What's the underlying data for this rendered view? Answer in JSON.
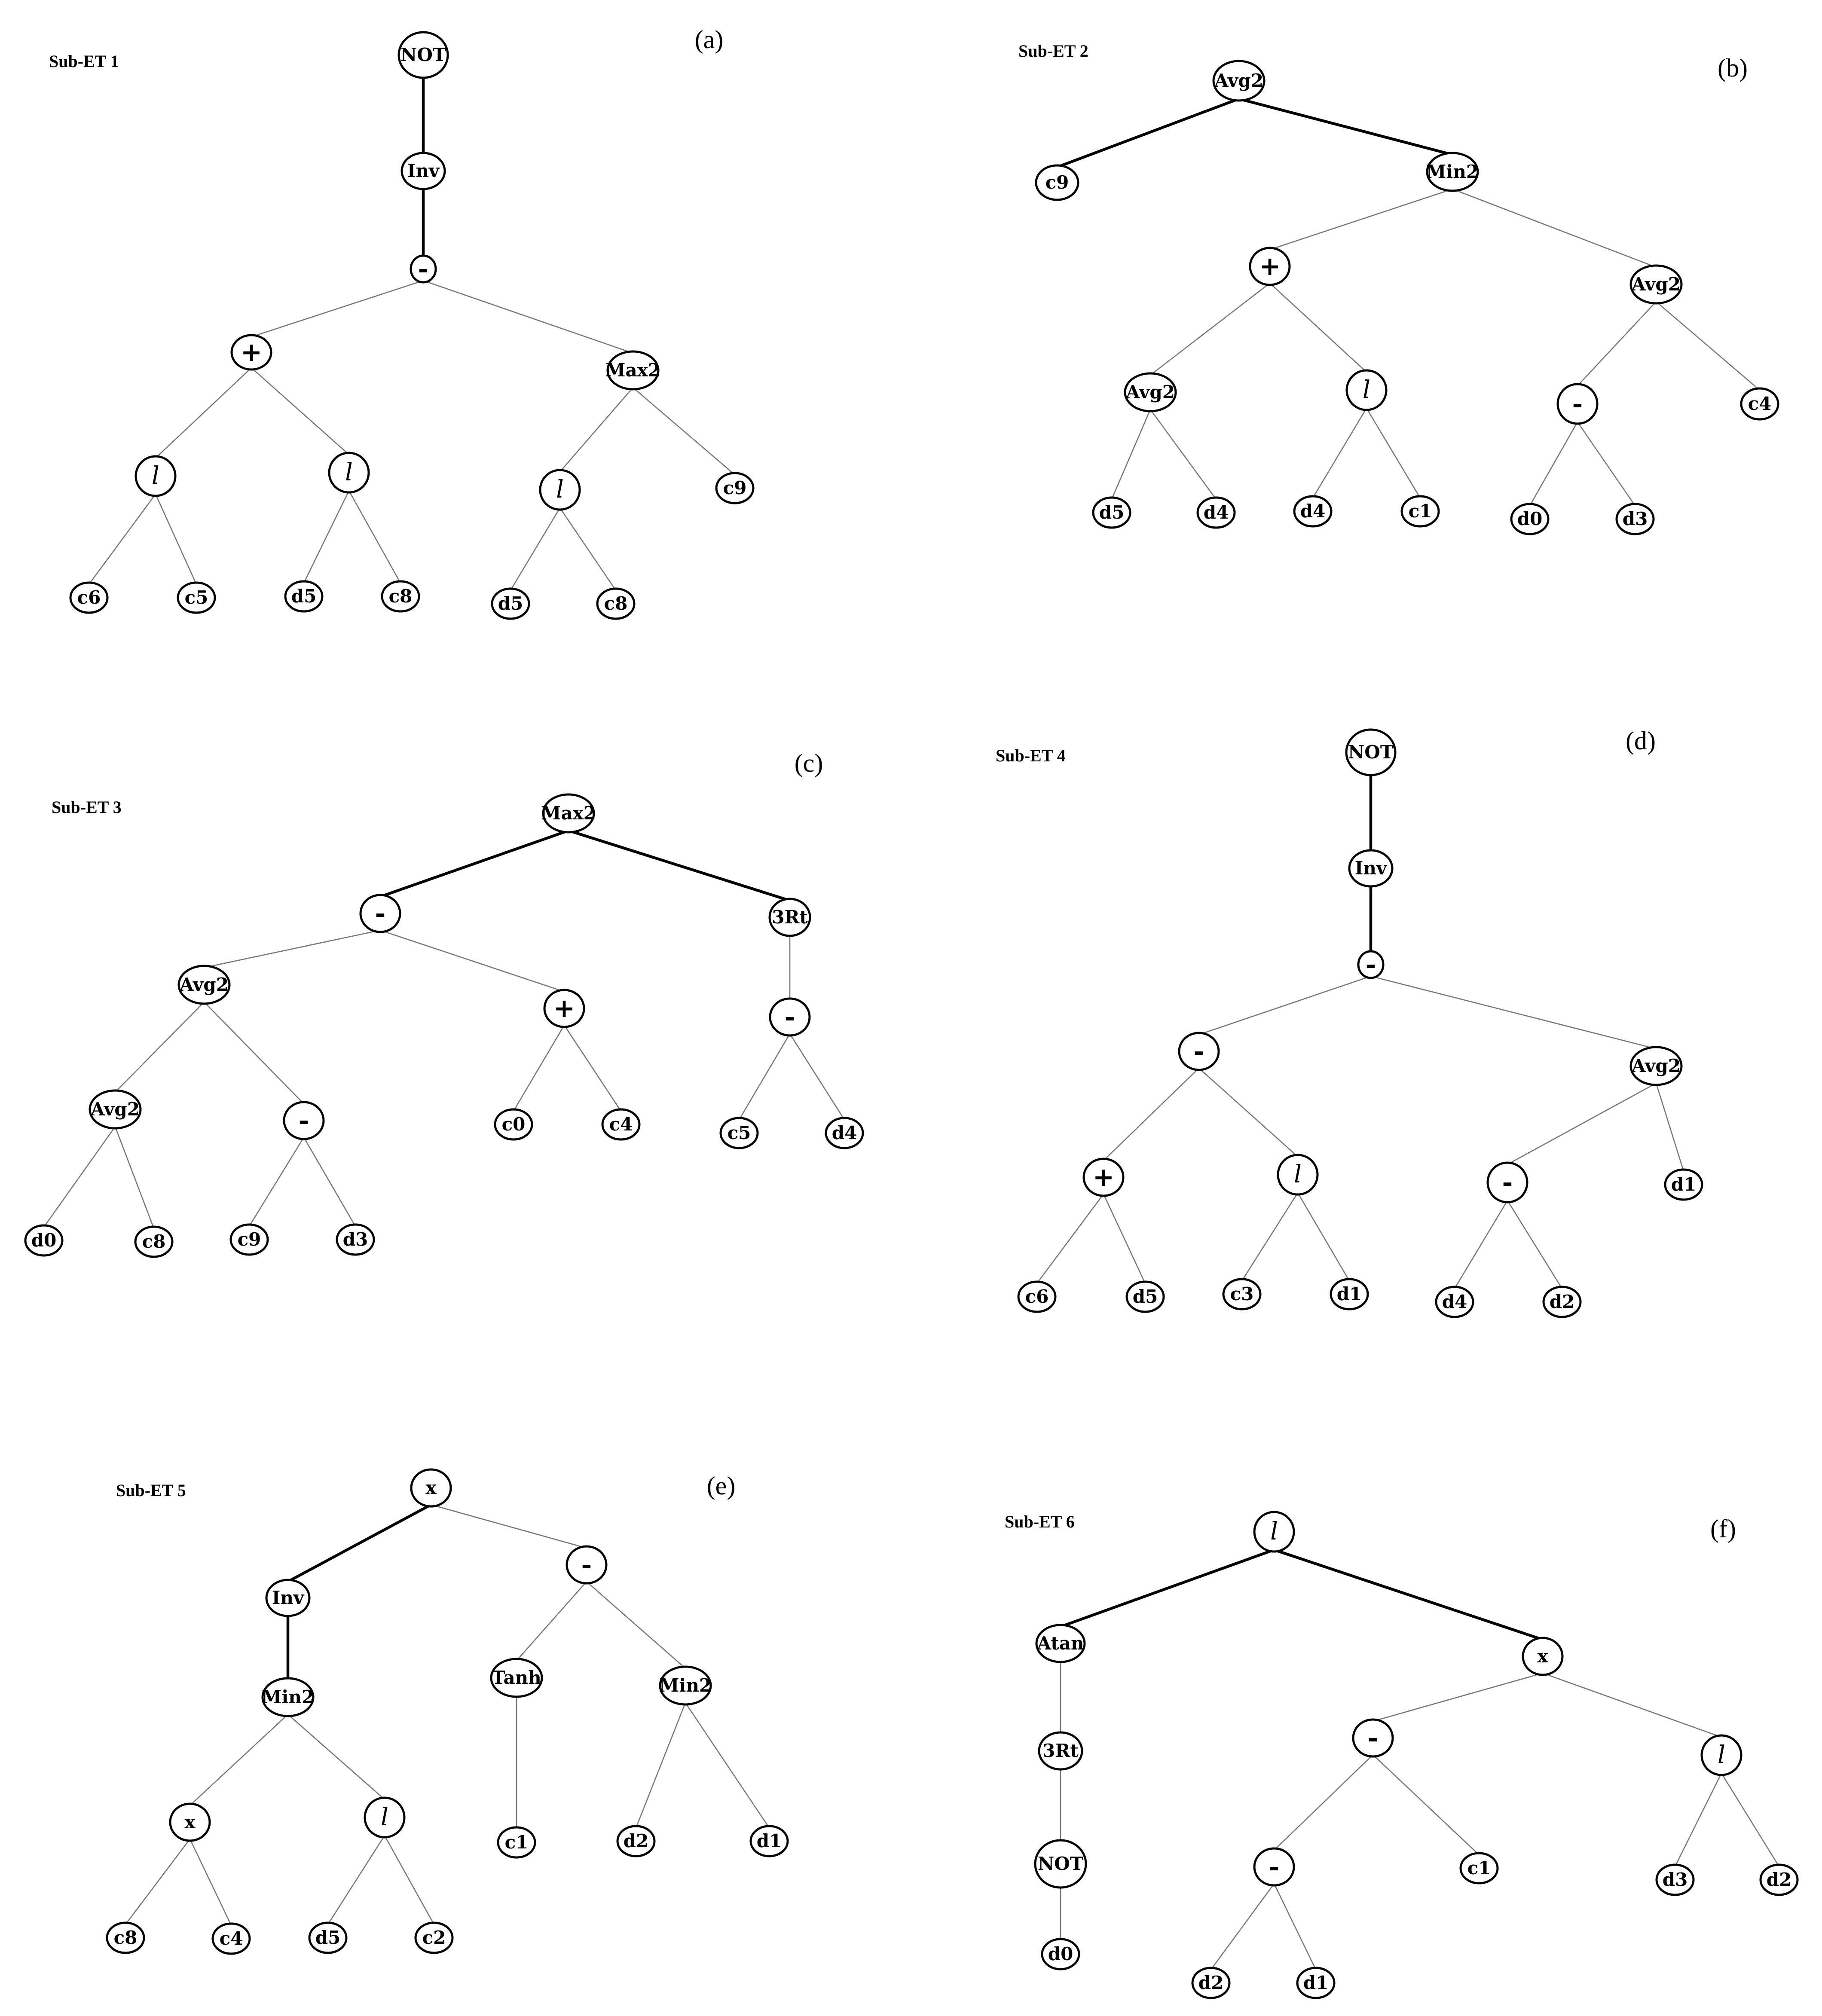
{
  "diagram": {
    "panels": [
      {
        "id": "a",
        "title": "Sub-ET 1",
        "letter": "(a)",
        "nodes": [
          {
            "id": "not",
            "label": "NOT"
          },
          {
            "id": "inv",
            "label": "Inv"
          },
          {
            "id": "minus",
            "label": "-"
          },
          {
            "id": "plus",
            "label": "+"
          },
          {
            "id": "max2",
            "label": "Max2"
          },
          {
            "id": "l1",
            "label": "l",
            "italic": true
          },
          {
            "id": "l2",
            "label": "l",
            "italic": true
          },
          {
            "id": "l3",
            "label": "l",
            "italic": true
          },
          {
            "id": "c9",
            "label": "c9"
          },
          {
            "id": "c6",
            "label": "c6"
          },
          {
            "id": "c5",
            "label": "c5"
          },
          {
            "id": "d5a",
            "label": "d5"
          },
          {
            "id": "c8a",
            "label": "c8"
          },
          {
            "id": "d5b",
            "label": "d5"
          },
          {
            "id": "c8b",
            "label": "c8"
          }
        ],
        "edges": [
          [
            "not",
            "inv",
            true
          ],
          [
            "inv",
            "minus",
            true
          ],
          [
            "minus",
            "plus",
            false
          ],
          [
            "minus",
            "max2",
            false
          ],
          [
            "plus",
            "l1",
            false
          ],
          [
            "plus",
            "l2",
            false
          ],
          [
            "max2",
            "l3",
            false
          ],
          [
            "max2",
            "c9",
            false
          ],
          [
            "l1",
            "c6",
            false
          ],
          [
            "l1",
            "c5",
            false
          ],
          [
            "l2",
            "d5a",
            false
          ],
          [
            "l2",
            "c8a",
            false
          ],
          [
            "l3",
            "d5b",
            false
          ],
          [
            "l3",
            "c8b",
            false
          ]
        ]
      },
      {
        "id": "b",
        "title": "Sub-ET 2",
        "letter": "(b)",
        "nodes": [
          {
            "id": "avg2",
            "label": "Avg2"
          },
          {
            "id": "c9",
            "label": "c9"
          },
          {
            "id": "min2",
            "label": "Min2"
          },
          {
            "id": "plus",
            "label": "+"
          },
          {
            "id": "avg2b",
            "label": "Avg2"
          },
          {
            "id": "avg2c",
            "label": "Avg2"
          },
          {
            "id": "l",
            "label": "l",
            "italic": true
          },
          {
            "id": "minus",
            "label": "-"
          },
          {
            "id": "c4",
            "label": "c4"
          },
          {
            "id": "d5",
            "label": "d5"
          },
          {
            "id": "d4a",
            "label": "d4"
          },
          {
            "id": "d4b",
            "label": "d4"
          },
          {
            "id": "c1",
            "label": "c1"
          },
          {
            "id": "d0",
            "label": "d0"
          },
          {
            "id": "d3",
            "label": "d3"
          }
        ],
        "edges": [
          [
            "avg2",
            "c9",
            true
          ],
          [
            "avg2",
            "min2",
            true
          ],
          [
            "min2",
            "plus",
            false
          ],
          [
            "min2",
            "avg2b",
            false
          ],
          [
            "plus",
            "avg2c",
            false
          ],
          [
            "plus",
            "l",
            false
          ],
          [
            "avg2b",
            "minus",
            false
          ],
          [
            "avg2b",
            "c4",
            false
          ],
          [
            "avg2c",
            "d5",
            false
          ],
          [
            "avg2c",
            "d4a",
            false
          ],
          [
            "l",
            "d4b",
            false
          ],
          [
            "l",
            "c1",
            false
          ],
          [
            "minus",
            "d0",
            false
          ],
          [
            "minus",
            "d3",
            false
          ]
        ]
      },
      {
        "id": "c",
        "title": "Sub-ET 3",
        "letter": "(c)",
        "nodes": [
          {
            "id": "max2",
            "label": "Max2"
          },
          {
            "id": "minus",
            "label": "-"
          },
          {
            "id": "rt3",
            "label": "3Rt"
          },
          {
            "id": "avg2",
            "label": "Avg2"
          },
          {
            "id": "plus",
            "label": "+"
          },
          {
            "id": "minus2",
            "label": "-"
          },
          {
            "id": "avg2b",
            "label": "Avg2"
          },
          {
            "id": "minus3",
            "label": "-"
          },
          {
            "id": "c0",
            "label": "c0"
          },
          {
            "id": "c4",
            "label": "c4"
          },
          {
            "id": "c5",
            "label": "c5"
          },
          {
            "id": "d4",
            "label": "d4"
          },
          {
            "id": "d0",
            "label": "d0"
          },
          {
            "id": "c8",
            "label": "c8"
          },
          {
            "id": "c9",
            "label": "c9"
          },
          {
            "id": "d3",
            "label": "d3"
          }
        ],
        "edges": [
          [
            "max2",
            "minus",
            true
          ],
          [
            "max2",
            "rt3",
            true
          ],
          [
            "minus",
            "avg2",
            false
          ],
          [
            "minus",
            "plus",
            false
          ],
          [
            "rt3",
            "minus2",
            false
          ],
          [
            "avg2",
            "avg2b",
            false
          ],
          [
            "avg2",
            "minus3",
            false
          ],
          [
            "plus",
            "c0",
            false
          ],
          [
            "plus",
            "c4",
            false
          ],
          [
            "minus2",
            "c5",
            false
          ],
          [
            "minus2",
            "d4",
            false
          ],
          [
            "avg2b",
            "d0",
            false
          ],
          [
            "avg2b",
            "c8",
            false
          ],
          [
            "minus3",
            "c9",
            false
          ],
          [
            "minus3",
            "d3",
            false
          ]
        ]
      },
      {
        "id": "d",
        "title": "Sub-ET 4",
        "letter": "(d)",
        "nodes": [
          {
            "id": "not",
            "label": "NOT"
          },
          {
            "id": "inv",
            "label": "Inv"
          },
          {
            "id": "minus",
            "label": "-"
          },
          {
            "id": "minus2",
            "label": "-"
          },
          {
            "id": "avg2",
            "label": "Avg2"
          },
          {
            "id": "plus",
            "label": "+"
          },
          {
            "id": "l",
            "label": "l",
            "italic": true
          },
          {
            "id": "minus3",
            "label": "-"
          },
          {
            "id": "d1a",
            "label": "d1"
          },
          {
            "id": "c6",
            "label": "c6"
          },
          {
            "id": "d5",
            "label": "d5"
          },
          {
            "id": "c3",
            "label": "c3"
          },
          {
            "id": "d1b",
            "label": "d1"
          },
          {
            "id": "d4",
            "label": "d4"
          },
          {
            "id": "d2",
            "label": "d2"
          }
        ],
        "edges": [
          [
            "not",
            "inv",
            true
          ],
          [
            "inv",
            "minus",
            true
          ],
          [
            "minus",
            "minus2",
            false
          ],
          [
            "minus",
            "avg2",
            false
          ],
          [
            "minus2",
            "plus",
            false
          ],
          [
            "minus2",
            "l",
            false
          ],
          [
            "avg2",
            "minus3",
            false
          ],
          [
            "avg2",
            "d1a",
            false
          ],
          [
            "plus",
            "c6",
            false
          ],
          [
            "plus",
            "d5",
            false
          ],
          [
            "l",
            "c3",
            false
          ],
          [
            "l",
            "d1b",
            false
          ],
          [
            "minus3",
            "d4",
            false
          ],
          [
            "minus3",
            "d2",
            false
          ]
        ]
      },
      {
        "id": "e",
        "title": "Sub-ET 5",
        "letter": "(e)",
        "nodes": [
          {
            "id": "x",
            "label": "x"
          },
          {
            "id": "inv",
            "label": "Inv"
          },
          {
            "id": "minus",
            "label": "-"
          },
          {
            "id": "min2",
            "label": "Min2"
          },
          {
            "id": "tanh",
            "label": "Tanh"
          },
          {
            "id": "min2b",
            "label": "Min2"
          },
          {
            "id": "x2",
            "label": "x"
          },
          {
            "id": "l",
            "label": "l",
            "italic": true
          },
          {
            "id": "c1",
            "label": "c1"
          },
          {
            "id": "d2",
            "label": "d2"
          },
          {
            "id": "d1",
            "label": "d1"
          },
          {
            "id": "c8",
            "label": "c8"
          },
          {
            "id": "c4",
            "label": "c4"
          },
          {
            "id": "d5",
            "label": "d5"
          },
          {
            "id": "c2",
            "label": "c2"
          }
        ],
        "edges": [
          [
            "x",
            "inv",
            true
          ],
          [
            "x",
            "minus",
            false
          ],
          [
            "inv",
            "min2",
            true
          ],
          [
            "minus",
            "tanh",
            false
          ],
          [
            "minus",
            "min2b",
            false
          ],
          [
            "min2",
            "x2",
            false
          ],
          [
            "min2",
            "l",
            false
          ],
          [
            "tanh",
            "c1",
            false
          ],
          [
            "min2b",
            "d2",
            false
          ],
          [
            "min2b",
            "d1",
            false
          ],
          [
            "x2",
            "c8",
            false
          ],
          [
            "x2",
            "c4",
            false
          ],
          [
            "l",
            "d5",
            false
          ],
          [
            "l",
            "c2",
            false
          ]
        ]
      },
      {
        "id": "f",
        "title": "Sub-ET 6",
        "letter": "(f)",
        "nodes": [
          {
            "id": "l",
            "label": "l",
            "italic": true
          },
          {
            "id": "atan",
            "label": "Atan"
          },
          {
            "id": "x",
            "label": "x"
          },
          {
            "id": "rt3",
            "label": "3Rt"
          },
          {
            "id": "not",
            "label": "NOT"
          },
          {
            "id": "d0",
            "label": "d0"
          },
          {
            "id": "minus",
            "label": "-"
          },
          {
            "id": "l2",
            "label": "l",
            "italic": true
          },
          {
            "id": "minus2",
            "label": "-"
          },
          {
            "id": "c1",
            "label": "c1"
          },
          {
            "id": "d3",
            "label": "d3"
          },
          {
            "id": "d2a",
            "label": "d2"
          },
          {
            "id": "d2b",
            "label": "d2"
          },
          {
            "id": "d1",
            "label": "d1"
          }
        ],
        "edges": [
          [
            "l",
            "atan",
            true
          ],
          [
            "l",
            "x",
            true
          ],
          [
            "atan",
            "rt3",
            false
          ],
          [
            "rt3",
            "not",
            false
          ],
          [
            "not",
            "d0",
            false
          ],
          [
            "x",
            "minus",
            false
          ],
          [
            "x",
            "l2",
            false
          ],
          [
            "minus",
            "minus2",
            false
          ],
          [
            "minus",
            "c1",
            false
          ],
          [
            "l2",
            "d3",
            false
          ],
          [
            "l2",
            "d2a",
            false
          ],
          [
            "minus2",
            "d2b",
            false
          ],
          [
            "minus2",
            "d1",
            false
          ]
        ]
      }
    ]
  }
}
